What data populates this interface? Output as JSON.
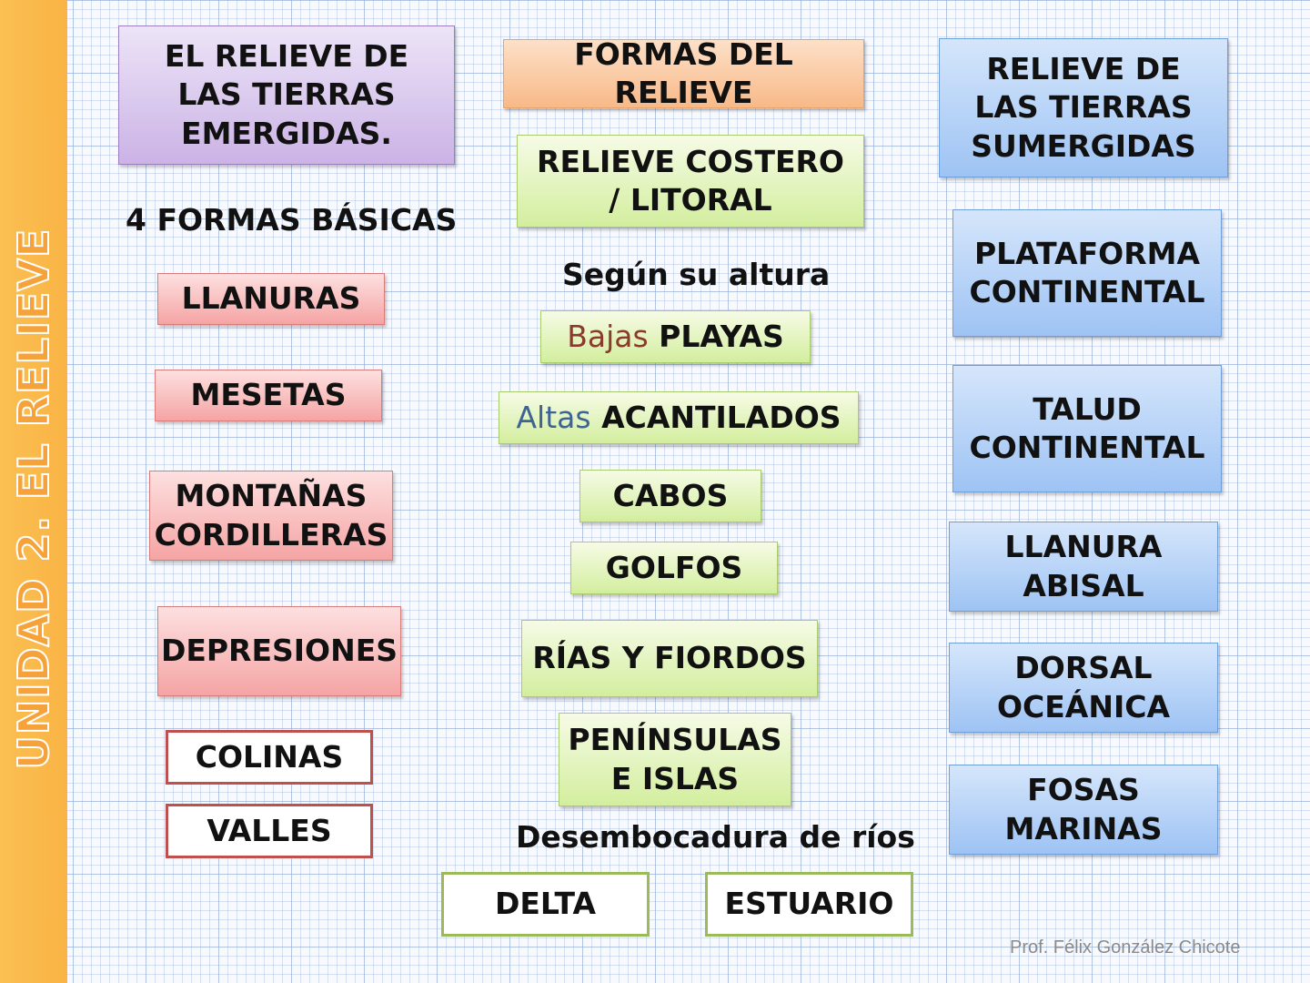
{
  "sidebar": {
    "title": "UNIDAD 2. EL RELIEVE"
  },
  "left": {
    "header": "EL RELIEVE DE LAS TIERRAS EMERGIDAS.",
    "subtitle": "4 FORMAS BÁSICAS",
    "items": [
      "LLANURAS",
      "MESETAS",
      "MONTAÑAS CORDILLERAS",
      "DEPRESIONES",
      "COLINAS",
      "VALLES"
    ]
  },
  "middle": {
    "header": "FORMAS DEL RELIEVE",
    "coast": "RELIEVE COSTERO / LITORAL",
    "altura_label": "Según su altura",
    "bajas": {
      "prefix": "Bajas",
      "text": "PLAYAS"
    },
    "altas": {
      "prefix": "Altas",
      "text": "ACANTILADOS"
    },
    "items": [
      "CABOS",
      "GOLFOS",
      "RÍAS Y FIORDOS",
      "PENÍNSULAS E ISLAS"
    ],
    "rivers_label": "Desembocadura de ríos",
    "rivers": [
      "DELTA",
      "ESTUARIO"
    ]
  },
  "right": {
    "header": "RELIEVE DE LAS TIERRAS SUMERGIDAS",
    "items": [
      "PLATAFORMA CONTINENTAL",
      "TALUD CONTINENTAL",
      "LLANURA ABISAL",
      "DORSAL OCEÁNICA",
      "FOSAS MARINAS"
    ]
  },
  "footer": {
    "author": "Prof. Félix González Chicote"
  },
  "colors": {
    "sidebar": "#f9b445",
    "purple": "#cbb3e6",
    "orange": "#f8b988",
    "green": "#d3ee9e",
    "blue": "#9ec3f4",
    "red": "#f5a4a4"
  }
}
